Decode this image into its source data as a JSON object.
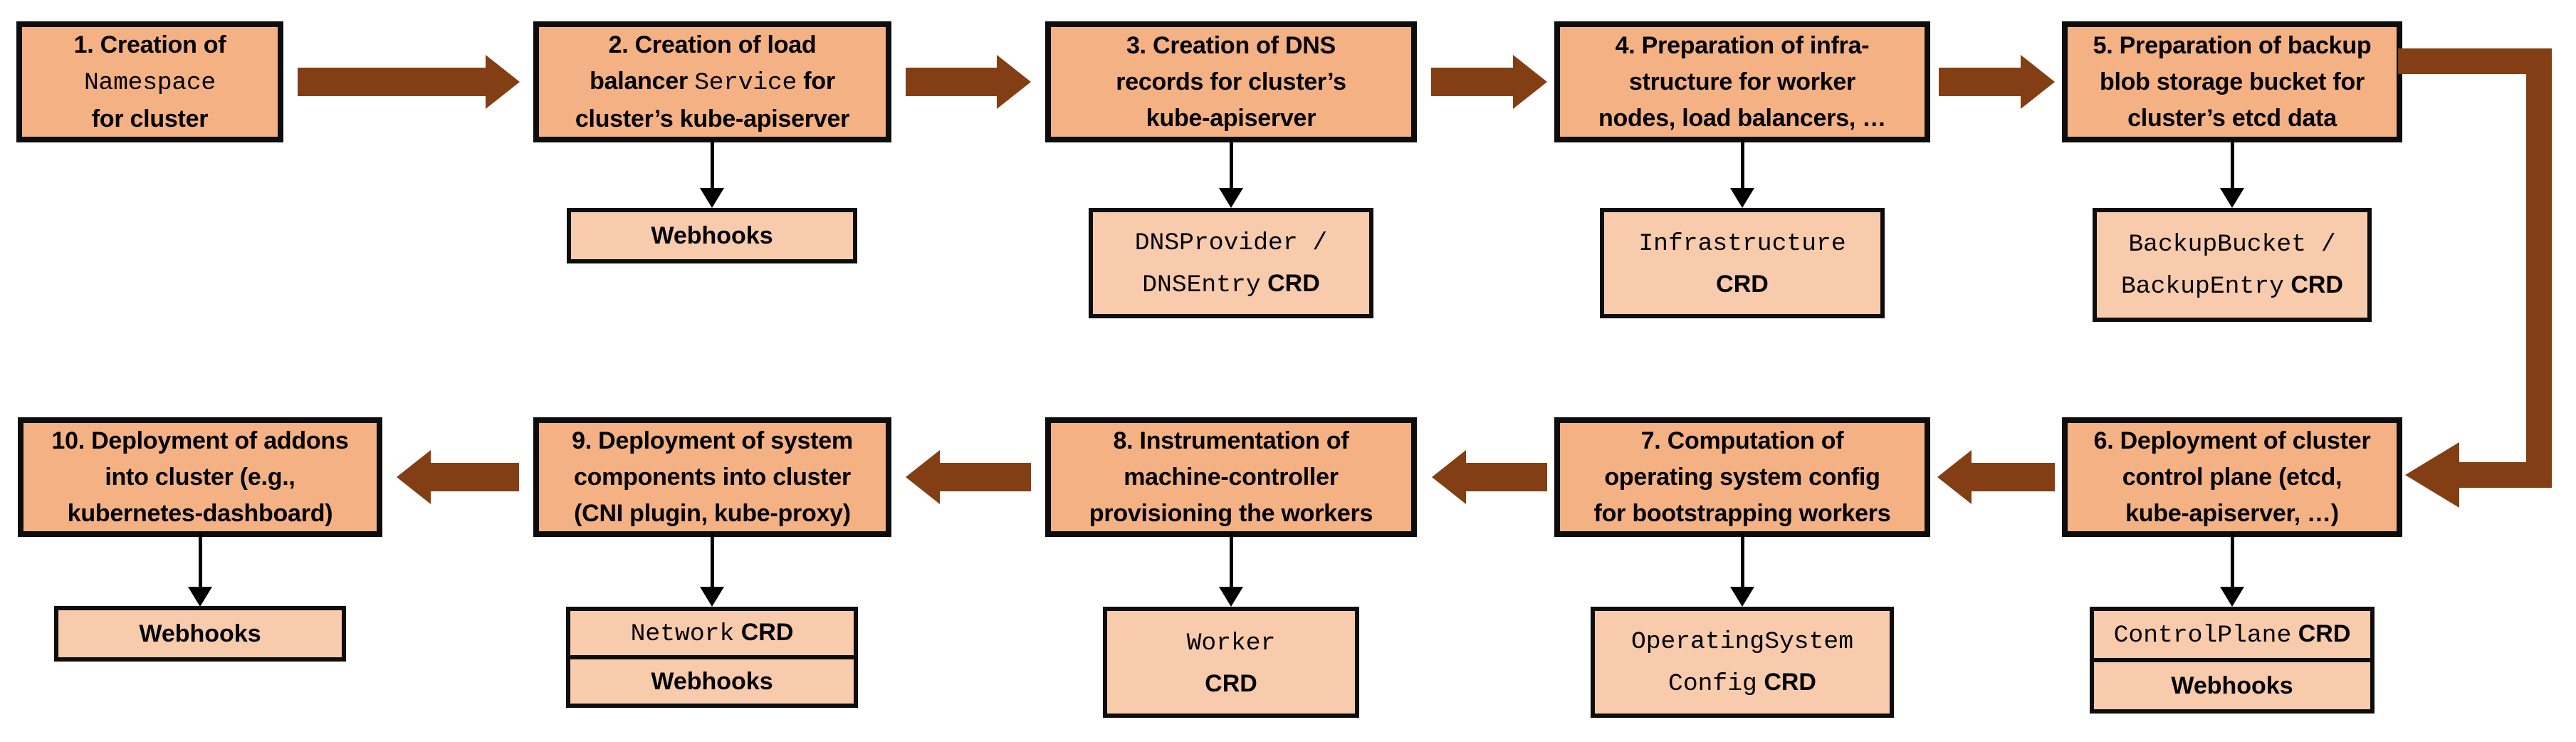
{
  "colors": {
    "step_fill": "#F4B183",
    "sub_fill": "#F8CBAD",
    "border": "#0D0D0D",
    "arrow": "#843E14",
    "connector": "#000000",
    "background": "#FFFFFF"
  },
  "icons": {
    "flow_arrow_right": "thick right-pointing block arrow",
    "flow_arrow_left": "thick left-pointing block arrow",
    "flow_arrow_elbow": "thick right-then-down elbow block arrow",
    "sub_connector": "thin downward arrow"
  },
  "steps": [
    {
      "parts": [
        {
          "t": "1. Creation of"
        },
        {
          "br": true
        },
        {
          "t": "Namespace",
          "s": "mono"
        },
        {
          "br": true
        },
        {
          "t": "for cluster"
        }
      ]
    },
    {
      "parts": [
        {
          "t": "2. Creation of load"
        },
        {
          "br": true
        },
        {
          "t": "balancer "
        },
        {
          "t": "Service",
          "s": "mono"
        },
        {
          "t": " for"
        },
        {
          "br": true
        },
        {
          "t": "cluster’s kube-apiserver"
        }
      ],
      "sub": [
        {
          "t": "Webhooks"
        }
      ]
    },
    {
      "parts": [
        {
          "t": "3. Creation of DNS"
        },
        {
          "br": true
        },
        {
          "t": "records for cluster’s"
        },
        {
          "br": true
        },
        {
          "t": "kube-apiserver"
        }
      ],
      "sub": [
        {
          "t": "DNSProvider /",
          "s": "mono"
        },
        {
          "br": true
        },
        {
          "t": "DNSEntry",
          "s": "mono"
        },
        {
          "t": " "
        },
        {
          "t": "CRD",
          "s": "crd"
        }
      ]
    },
    {
      "parts": [
        {
          "t": "4. Preparation of infra-"
        },
        {
          "br": true
        },
        {
          "t": "structure for worker"
        },
        {
          "br": true
        },
        {
          "t": "nodes, load balancers, …"
        }
      ],
      "sub": [
        {
          "t": "Infrastructure",
          "s": "mono"
        },
        {
          "br": true
        },
        {
          "t": "CRD",
          "s": "crd"
        }
      ]
    },
    {
      "parts": [
        {
          "t": "5. Preparation of backup"
        },
        {
          "br": true
        },
        {
          "t": "blob storage bucket for"
        },
        {
          "br": true
        },
        {
          "t": "cluster’s etcd data"
        }
      ],
      "sub": [
        {
          "t": "BackupBucket /",
          "s": "mono"
        },
        {
          "br": true
        },
        {
          "t": "BackupEntry",
          "s": "mono"
        },
        {
          "t": " "
        },
        {
          "t": "CRD",
          "s": "crd"
        }
      ]
    },
    {
      "parts": [
        {
          "t": "6. Deployment of cluster"
        },
        {
          "br": true
        },
        {
          "t": "control plane (etcd,"
        },
        {
          "br": true
        },
        {
          "t": "kube-apiserver, …)"
        }
      ],
      "sub_stack": [
        [
          {
            "t": "ControlPlane",
            "s": "mono"
          },
          {
            "t": " "
          },
          {
            "t": "CRD",
            "s": "crd"
          }
        ],
        [
          {
            "t": "Webhooks"
          }
        ]
      ]
    },
    {
      "parts": [
        {
          "t": "7. Computation of"
        },
        {
          "br": true
        },
        {
          "t": "operating system config"
        },
        {
          "br": true
        },
        {
          "t": "for bootstrapping workers"
        }
      ],
      "sub": [
        {
          "t": "OperatingSystem",
          "s": "mono"
        },
        {
          "br": true
        },
        {
          "t": "Config",
          "s": "mono"
        },
        {
          "t": " "
        },
        {
          "t": "CRD",
          "s": "crd"
        }
      ]
    },
    {
      "parts": [
        {
          "t": "8. Instrumentation of"
        },
        {
          "br": true
        },
        {
          "t": "machine-controller"
        },
        {
          "br": true
        },
        {
          "t": "provisioning the workers"
        }
      ],
      "sub": [
        {
          "t": "Worker",
          "s": "mono"
        },
        {
          "br": true
        },
        {
          "t": "CRD",
          "s": "crd"
        }
      ]
    },
    {
      "parts": [
        {
          "t": "9. Deployment of system"
        },
        {
          "br": true
        },
        {
          "t": "components into cluster"
        },
        {
          "br": true
        },
        {
          "t": "(CNI plugin, kube-proxy)"
        }
      ],
      "sub_stack": [
        [
          {
            "t": "Network",
            "s": "mono"
          },
          {
            "t": " "
          },
          {
            "t": "CRD",
            "s": "crd"
          }
        ],
        [
          {
            "t": "Webhooks"
          }
        ]
      ]
    },
    {
      "parts": [
        {
          "t": "10. Deployment of addons"
        },
        {
          "br": true
        },
        {
          "t": "into cluster (e.g.,"
        },
        {
          "br": true
        },
        {
          "t": "kubernetes-dashboard)"
        }
      ],
      "sub": [
        {
          "t": "Webhooks"
        }
      ]
    }
  ]
}
